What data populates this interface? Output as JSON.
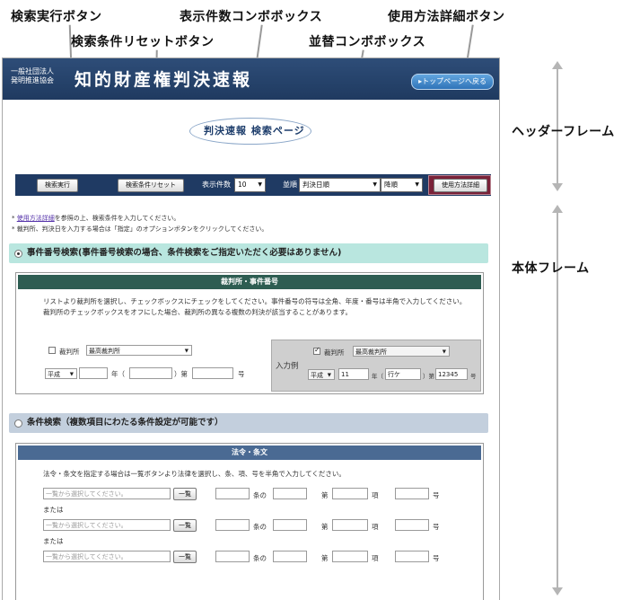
{
  "callouts": {
    "search_exec": "検索実行ボタン",
    "reset": "検索条件リセットボタン",
    "count_combo": "表示件数コンボボックス",
    "sort_combo": "並替コンボボックス",
    "help_detail": "使用方法詳細ボタン"
  },
  "frames": {
    "header": "ヘッダーフレーム",
    "body": "本体フレーム"
  },
  "banner": {
    "org_line1": "一般社団法人",
    "org_line2": "発明推進協会",
    "title": "知的財産権判決速報",
    "top_button": "トップページへ戻る",
    "page_title": "判決速報 検索ページ"
  },
  "toolbar": {
    "search_button": "検索実行",
    "reset_button": "検索条件リセット",
    "count_label": "表示件数",
    "count_value": "10",
    "sort_label": "並順",
    "sort_value": "判決日順",
    "order_value": "降順",
    "help_button": "使用方法詳細"
  },
  "notes": {
    "line1_link": "使用方法詳細",
    "line1_rest": "を参照の上、検索条件を入力してください。",
    "line2": "裁判所、判決日を入力する場合は「指定」のオプションボタンをクリックしてください。"
  },
  "case_section": {
    "title": "事件番号検索(事件番号検索の場合、条件検索をご指定いただく必要はありません)",
    "panel_title": "裁判所・事件番号",
    "desc1": "リストより裁判所を選択し、チェックボックスにチェックをしてください。事件番号の符号は全角、年度・番号は半角で入力してください。",
    "desc2": "裁判所のチェックボックスをオフにした場合、裁判所の異なる複数の判決が該当することがあります。",
    "court_label": "裁判所",
    "court_value": "最高裁判所",
    "era_value": "平成",
    "year_label": "年（",
    "paren_close": "）第",
    "number_suffix": "号",
    "example_label": "入力例",
    "ex_court_value": "最高裁判所",
    "ex_era": "平成",
    "ex_year": "11",
    "ex_year_label": "年（",
    "ex_symbol": "行ケ",
    "ex_paren": "）第",
    "ex_number": "12345",
    "ex_suffix": "号"
  },
  "condition_section": {
    "title": "条件検索（複数項目にわたる条件設定が可能です）",
    "panel_title": "法令・条文",
    "desc": "法令・条文を指定する場合は一覧ボタンより法律を選択し、条、項、号を半角で入力してください。",
    "law_placeholder": "一覧から選択してください。",
    "list_button": "一覧",
    "jou_no": "条の",
    "dai": "第",
    "kou": "項",
    "gou": "号",
    "or_label": "または"
  }
}
